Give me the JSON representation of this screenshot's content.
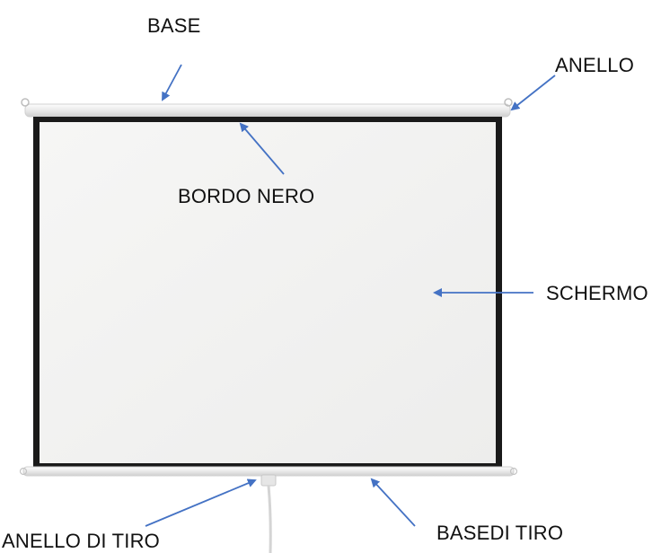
{
  "labels": {
    "base": "BASE",
    "anello": "ANELLO",
    "bordo_nero": "BORDO NERO",
    "schermo": "SCHERMO",
    "anello_di_tiro": "ANELLO DI TIRO",
    "basedi_tiro": "BASEDI TIRO"
  },
  "colors": {
    "arrow": "#4472C4",
    "frame": "#1a1a1a",
    "screen": "#f3f3f2",
    "housing": "#f4f4f4",
    "text": "#111111"
  }
}
